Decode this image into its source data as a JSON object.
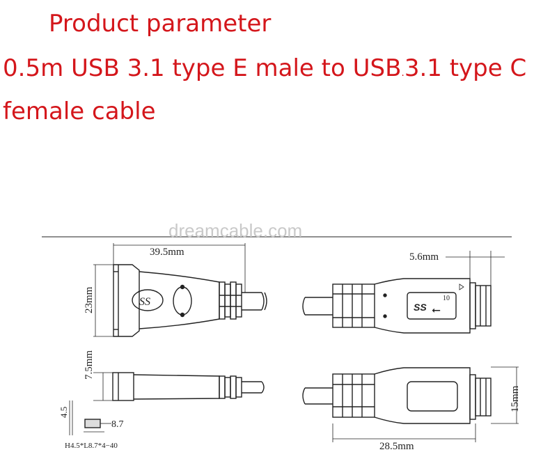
{
  "header": {
    "title": "Product parameter",
    "line1": "0.5m USB 3.1 type E male to USB",
    "line1_dot": ".",
    "line1_end": "3.1 type C",
    "line2": "female cable"
  },
  "watermark": "dreamcable.com",
  "dimensions": {
    "left_length": "39.5mm",
    "left_height": "23mm",
    "left_thickness": "7.5mm",
    "right_tip": "5.6mm",
    "right_length": "28.5mm",
    "right_height": "15mm",
    "wire_45": "4.5",
    "wire_87": "8.7",
    "wire_spec": "H4.5*L8.7*4−40"
  },
  "logo": {
    "ss_text": "SS",
    "ss_number": "10"
  },
  "colors": {
    "title_red": "#d4161b",
    "line": "#222222"
  }
}
